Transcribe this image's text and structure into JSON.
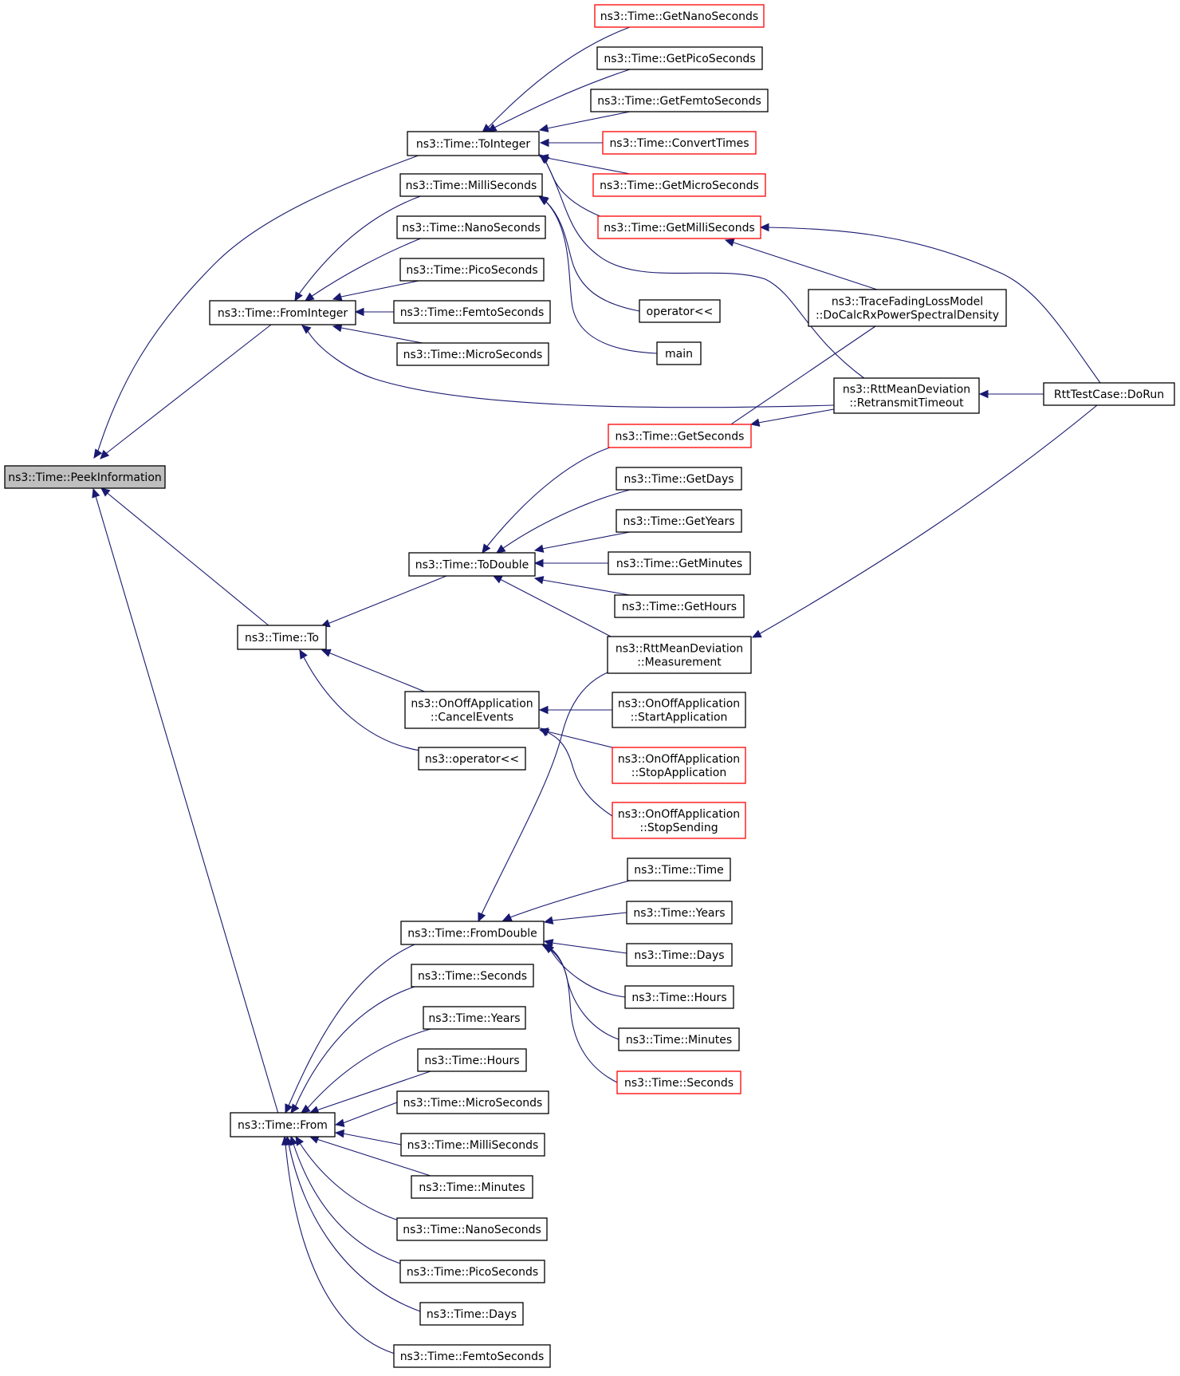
{
  "colors": {
    "edge": "#191970",
    "border_normal": "#000000",
    "border_truncated": "#ff0000",
    "root_fill": "#bfbfbf",
    "node_fill": "#ffffff"
  },
  "nodes": [
    {
      "id": "peek",
      "lines": [
        "ns3::Time::PeekInformation"
      ],
      "style": "root"
    },
    {
      "id": "toint",
      "lines": [
        "ns3::Time::ToInteger"
      ],
      "style": "normal"
    },
    {
      "id": "getnano",
      "lines": [
        "ns3::Time::GetNanoSeconds"
      ],
      "style": "truncated"
    },
    {
      "id": "getpico",
      "lines": [
        "ns3::Time::GetPicoSeconds"
      ],
      "style": "normal"
    },
    {
      "id": "getfemto",
      "lines": [
        "ns3::Time::GetFemtoSeconds"
      ],
      "style": "normal"
    },
    {
      "id": "convert",
      "lines": [
        "ns3::Time::ConvertTimes"
      ],
      "style": "truncated"
    },
    {
      "id": "getmicro",
      "lines": [
        "ns3::Time::GetMicroSeconds"
      ],
      "style": "truncated"
    },
    {
      "id": "getmilli",
      "lines": [
        "ns3::Time::GetMilliSeconds"
      ],
      "style": "truncated"
    },
    {
      "id": "opout",
      "lines": [
        "operator<<"
      ],
      "style": "normal"
    },
    {
      "id": "main",
      "lines": [
        "main"
      ],
      "style": "normal"
    },
    {
      "id": "trace",
      "lines": [
        "ns3::TraceFadingLossModel",
        "::DoCalcRxPowerSpectralDensity"
      ],
      "style": "normal"
    },
    {
      "id": "rto",
      "lines": [
        "ns3::RttMeanDeviation",
        "::RetransmitTimeout"
      ],
      "style": "normal"
    },
    {
      "id": "dorun",
      "lines": [
        "RttTestCase::DoRun"
      ],
      "style": "normal"
    },
    {
      "id": "fromint",
      "lines": [
        "ns3::Time::FromInteger"
      ],
      "style": "normal"
    },
    {
      "id": "milli1",
      "lines": [
        "ns3::Time::MilliSeconds"
      ],
      "style": "normal"
    },
    {
      "id": "nano1",
      "lines": [
        "ns3::Time::NanoSeconds"
      ],
      "style": "normal"
    },
    {
      "id": "pico1",
      "lines": [
        "ns3::Time::PicoSeconds"
      ],
      "style": "normal"
    },
    {
      "id": "femto1",
      "lines": [
        "ns3::Time::FemtoSeconds"
      ],
      "style": "normal"
    },
    {
      "id": "micro1",
      "lines": [
        "ns3::Time::MicroSeconds"
      ],
      "style": "normal"
    },
    {
      "id": "getsec",
      "lines": [
        "ns3::Time::GetSeconds"
      ],
      "style": "truncated"
    },
    {
      "id": "todouble",
      "lines": [
        "ns3::Time::ToDouble"
      ],
      "style": "normal"
    },
    {
      "id": "getdays",
      "lines": [
        "ns3::Time::GetDays"
      ],
      "style": "normal"
    },
    {
      "id": "getyears",
      "lines": [
        "ns3::Time::GetYears"
      ],
      "style": "normal"
    },
    {
      "id": "getmin",
      "lines": [
        "ns3::Time::GetMinutes"
      ],
      "style": "normal"
    },
    {
      "id": "gethours",
      "lines": [
        "ns3::Time::GetHours"
      ],
      "style": "normal"
    },
    {
      "id": "measure",
      "lines": [
        "ns3::RttMeanDeviation",
        "::Measurement"
      ],
      "style": "normal"
    },
    {
      "id": "to",
      "lines": [
        "ns3::Time::To"
      ],
      "style": "normal"
    },
    {
      "id": "cancel",
      "lines": [
        "ns3::OnOffApplication",
        "::CancelEvents"
      ],
      "style": "normal"
    },
    {
      "id": "startapp",
      "lines": [
        "ns3::OnOffApplication",
        "::StartApplication"
      ],
      "style": "normal"
    },
    {
      "id": "stopapp",
      "lines": [
        "ns3::OnOffApplication",
        "::StopApplication"
      ],
      "style": "truncated"
    },
    {
      "id": "stopsend",
      "lines": [
        "ns3::OnOffApplication",
        "::StopSending"
      ],
      "style": "truncated"
    },
    {
      "id": "nsop",
      "lines": [
        "ns3::operator<<"
      ],
      "style": "normal"
    },
    {
      "id": "fromdouble",
      "lines": [
        "ns3::Time::FromDouble"
      ],
      "style": "normal"
    },
    {
      "id": "timetime",
      "lines": [
        "ns3::Time::Time"
      ],
      "style": "normal"
    },
    {
      "id": "years2",
      "lines": [
        "ns3::Time::Years"
      ],
      "style": "normal"
    },
    {
      "id": "days2",
      "lines": [
        "ns3::Time::Days"
      ],
      "style": "normal"
    },
    {
      "id": "hours2",
      "lines": [
        "ns3::Time::Hours"
      ],
      "style": "normal"
    },
    {
      "id": "minutes2",
      "lines": [
        "ns3::Time::Minutes"
      ],
      "style": "normal"
    },
    {
      "id": "seconds2",
      "lines": [
        "ns3::Time::Seconds"
      ],
      "style": "truncated"
    },
    {
      "id": "from",
      "lines": [
        "ns3::Time::From"
      ],
      "style": "normal"
    },
    {
      "id": "seconds3",
      "lines": [
        "ns3::Time::Seconds"
      ],
      "style": "normal"
    },
    {
      "id": "years3",
      "lines": [
        "ns3::Time::Years"
      ],
      "style": "normal"
    },
    {
      "id": "hours3",
      "lines": [
        "ns3::Time::Hours"
      ],
      "style": "normal"
    },
    {
      "id": "micro3",
      "lines": [
        "ns3::Time::MicroSeconds"
      ],
      "style": "normal"
    },
    {
      "id": "milli3",
      "lines": [
        "ns3::Time::MilliSeconds"
      ],
      "style": "normal"
    },
    {
      "id": "minutes3",
      "lines": [
        "ns3::Time::Minutes"
      ],
      "style": "normal"
    },
    {
      "id": "nano3",
      "lines": [
        "ns3::Time::NanoSeconds"
      ],
      "style": "normal"
    },
    {
      "id": "pico3",
      "lines": [
        "ns3::Time::PicoSeconds"
      ],
      "style": "normal"
    },
    {
      "id": "days3",
      "lines": [
        "ns3::Time::Days"
      ],
      "style": "normal"
    },
    {
      "id": "femto3",
      "lines": [
        "ns3::Time::FemtoSeconds"
      ],
      "style": "normal"
    }
  ],
  "edges": [
    {
      "from": "toint",
      "to": "peek"
    },
    {
      "from": "fromint",
      "to": "peek"
    },
    {
      "from": "to",
      "to": "peek"
    },
    {
      "from": "from",
      "to": "peek"
    },
    {
      "from": "getnano",
      "to": "toint"
    },
    {
      "from": "getpico",
      "to": "toint"
    },
    {
      "from": "getfemto",
      "to": "toint"
    },
    {
      "from": "convert",
      "to": "toint"
    },
    {
      "from": "getmicro",
      "to": "toint"
    },
    {
      "from": "getmilli",
      "to": "toint"
    },
    {
      "from": "rto",
      "to": "toint"
    },
    {
      "from": "trace",
      "to": "getmilli"
    },
    {
      "from": "dorun",
      "to": "getmilli"
    },
    {
      "from": "dorun",
      "to": "rto"
    },
    {
      "from": "milli1",
      "to": "fromint"
    },
    {
      "from": "nano1",
      "to": "fromint"
    },
    {
      "from": "pico1",
      "to": "fromint"
    },
    {
      "from": "femto1",
      "to": "fromint"
    },
    {
      "from": "micro1",
      "to": "fromint"
    },
    {
      "from": "rto",
      "to": "fromint"
    },
    {
      "from": "opout",
      "to": "milli1"
    },
    {
      "from": "main",
      "to": "milli1"
    },
    {
      "from": "trace",
      "to": "getsec"
    },
    {
      "from": "rto",
      "to": "getsec"
    },
    {
      "from": "getsec",
      "to": "todouble"
    },
    {
      "from": "getdays",
      "to": "todouble"
    },
    {
      "from": "getyears",
      "to": "todouble"
    },
    {
      "from": "getmin",
      "to": "todouble"
    },
    {
      "from": "gethours",
      "to": "todouble"
    },
    {
      "from": "measure",
      "to": "todouble"
    },
    {
      "from": "dorun",
      "to": "measure"
    },
    {
      "from": "todouble",
      "to": "to"
    },
    {
      "from": "cancel",
      "to": "to"
    },
    {
      "from": "nsop",
      "to": "to"
    },
    {
      "from": "startapp",
      "to": "cancel"
    },
    {
      "from": "stopapp",
      "to": "cancel"
    },
    {
      "from": "stopsend",
      "to": "cancel"
    },
    {
      "from": "measure",
      "to": "fromdouble"
    },
    {
      "from": "timetime",
      "to": "fromdouble"
    },
    {
      "from": "years2",
      "to": "fromdouble"
    },
    {
      "from": "days2",
      "to": "fromdouble"
    },
    {
      "from": "hours2",
      "to": "fromdouble"
    },
    {
      "from": "minutes2",
      "to": "fromdouble"
    },
    {
      "from": "seconds2",
      "to": "fromdouble"
    },
    {
      "from": "fromdouble",
      "to": "from"
    },
    {
      "from": "seconds3",
      "to": "from"
    },
    {
      "from": "years3",
      "to": "from"
    },
    {
      "from": "hours3",
      "to": "from"
    },
    {
      "from": "micro3",
      "to": "from"
    },
    {
      "from": "milli3",
      "to": "from"
    },
    {
      "from": "minutes3",
      "to": "from"
    },
    {
      "from": "nano3",
      "to": "from"
    },
    {
      "from": "pico3",
      "to": "from"
    },
    {
      "from": "days3",
      "to": "from"
    },
    {
      "from": "femto3",
      "to": "from"
    }
  ]
}
